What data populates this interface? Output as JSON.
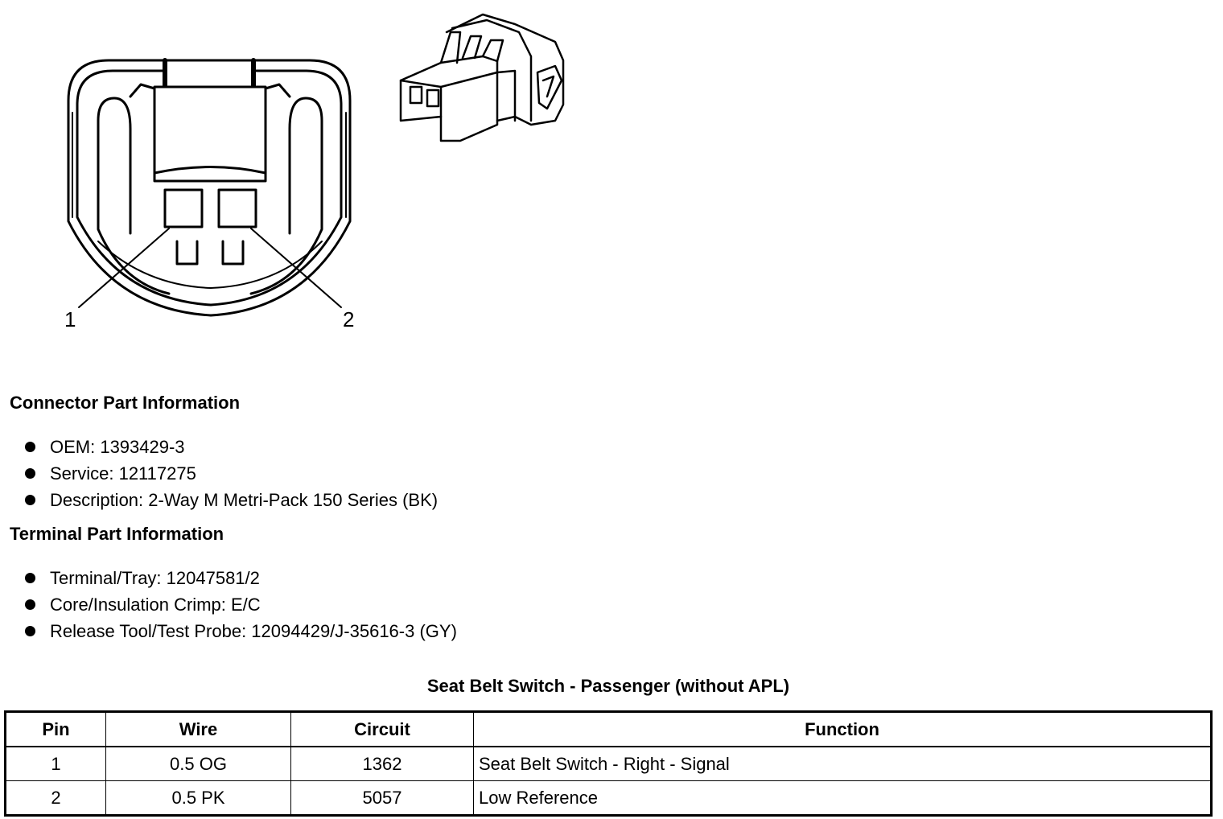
{
  "diagram": {
    "pin_labels": [
      "1",
      "2"
    ]
  },
  "connector_section": {
    "heading": "Connector Part Information",
    "items": [
      "OEM: 1393429-3",
      "Service: 12117275",
      "Description: 2-Way M Metri-Pack 150 Series (BK)"
    ]
  },
  "terminal_section": {
    "heading": "Terminal Part Information",
    "items": [
      "Terminal/Tray: 12047581/2",
      "Core/Insulation Crimp: E/C",
      "Release Tool/Test Probe: 12094429/J-35616-3 (GY)"
    ]
  },
  "table": {
    "title": "Seat Belt Switch - Passenger (without APL)",
    "headers": [
      "Pin",
      "Wire",
      "Circuit",
      "Function"
    ],
    "rows": [
      [
        "1",
        "0.5 OG",
        "1362",
        "Seat Belt Switch - Right - Signal"
      ],
      [
        "2",
        "0.5 PK",
        "5057",
        "Low Reference"
      ]
    ]
  }
}
